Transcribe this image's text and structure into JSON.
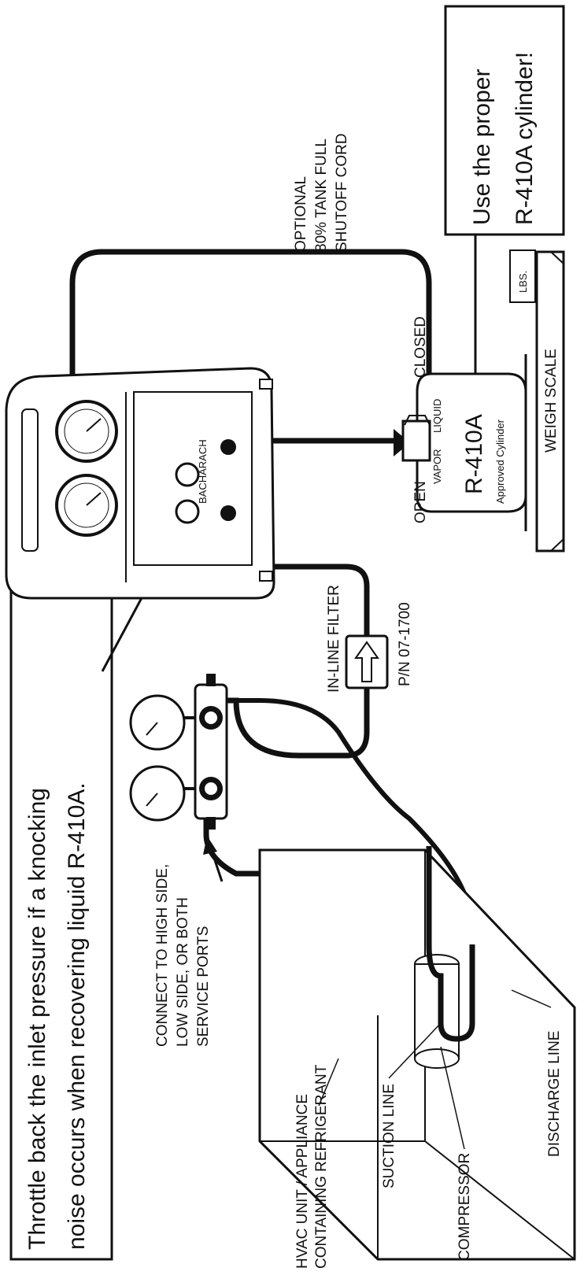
{
  "callouts": {
    "throttle_line1": "Throttle back the inlet pressure if a knocking",
    "throttle_line2": "noise occurs when recovering liquid R-410A.",
    "cylinder_line1": "Use the proper",
    "cylinder_line2": "R-410A cylinder!"
  },
  "labels": {
    "optional_1": "OPTIONAL",
    "optional_2": "80% TANK FULL",
    "optional_3": "SHUTOFF CORD",
    "inline_filter": "IN-LINE FILTER",
    "part_number": "P/N 07-1700",
    "connect_1": "CONNECT TO HIGH SIDE,",
    "connect_2": "LOW SIDE, OR BOTH",
    "connect_3": "SERVICE PORTS",
    "hvac_1": "HVAC UNIT / APPLIANCE",
    "hvac_2": "CONTAINING REFRIGERANT",
    "suction_line": "SUCTION LINE",
    "compressor": "COMPRESSOR",
    "discharge_line": "DISCHARGE LINE",
    "open": "OPEN",
    "closed": "CLOSED",
    "weigh_scale": "WEIGH SCALE",
    "lbs": "LBS."
  },
  "cylinder": {
    "vapor": "VAPOR",
    "liquid": "LIQUID",
    "name": "R-410A",
    "approved": "Approved Cylinder"
  },
  "recovery_unit": {
    "brand": "BACHARACH"
  }
}
